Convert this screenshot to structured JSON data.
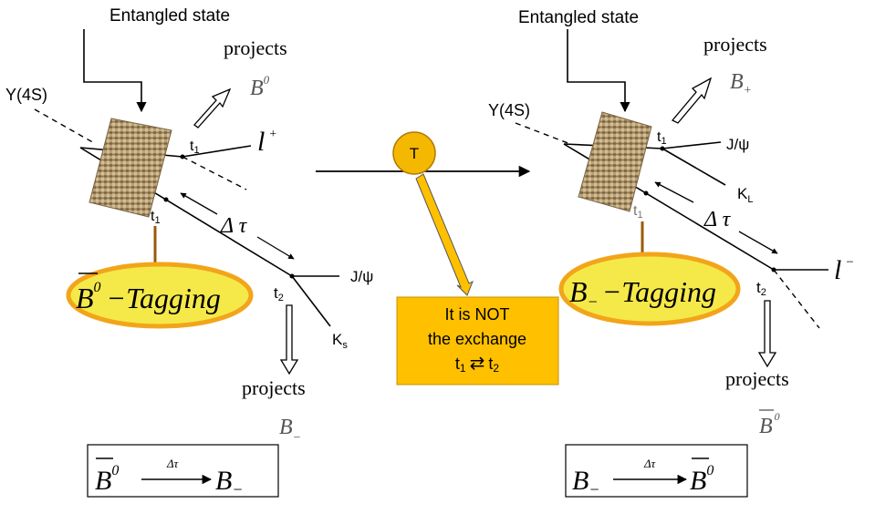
{
  "left": {
    "entangled_label": "Entangled state",
    "upsilon_label": "Y(4S)",
    "projects_top": "projects",
    "b_top_base": "B",
    "b_top_sup": "0",
    "lepton_base": "l",
    "lepton_sup": "+",
    "t1_base": "t",
    "t1_sub": "1",
    "t2_base": "t",
    "t2_sub": "2",
    "dtau": "Δ τ",
    "tag_b_sup": "0",
    "tag_text": "−Tagging",
    "jpsi": "J/ψ",
    "ks_base": "K",
    "ks_sub": "s",
    "projects_bottom": "projects",
    "b_minus_base": "B",
    "b_minus_sub": "−",
    "eq_b_sup": "0",
    "eq_dtau": "Δτ",
    "eq_b_sub": "−"
  },
  "middle": {
    "t_label": "T",
    "note_line1": "It is NOT",
    "note_line2": "the exchange",
    "note_t1_sub": "1",
    "note_t2_sub": "2",
    "note_arrows": "⇄"
  },
  "right": {
    "entangled_label": "Entangled state",
    "upsilon_label": "Y(4S)",
    "projects_top": "projects",
    "b_plus_base": "B",
    "b_plus_sub": "+",
    "t1_base": "t",
    "t1_sub": "1",
    "t2_base": "t",
    "t2_sub": "2",
    "jpsi": "J/ψ",
    "kl_base": "K",
    "kl_sub": "L",
    "dtau": "Δ τ",
    "tag_b_sub": "−",
    "tag_text": "−Tagging",
    "lepton_base": "l",
    "lepton_sup": "−",
    "projects_bottom": "projects",
    "b_bar_sup": "0",
    "eq_b_sub": "−",
    "eq_dtau": "Δτ",
    "eq_b_sup": "0"
  },
  "colors": {
    "tag_fill": "#f5e94a",
    "tag_border": "#f2a51a",
    "note_fill": "#ffc000",
    "t_circle": "#f5b800",
    "burlap": "#b49a6e"
  }
}
